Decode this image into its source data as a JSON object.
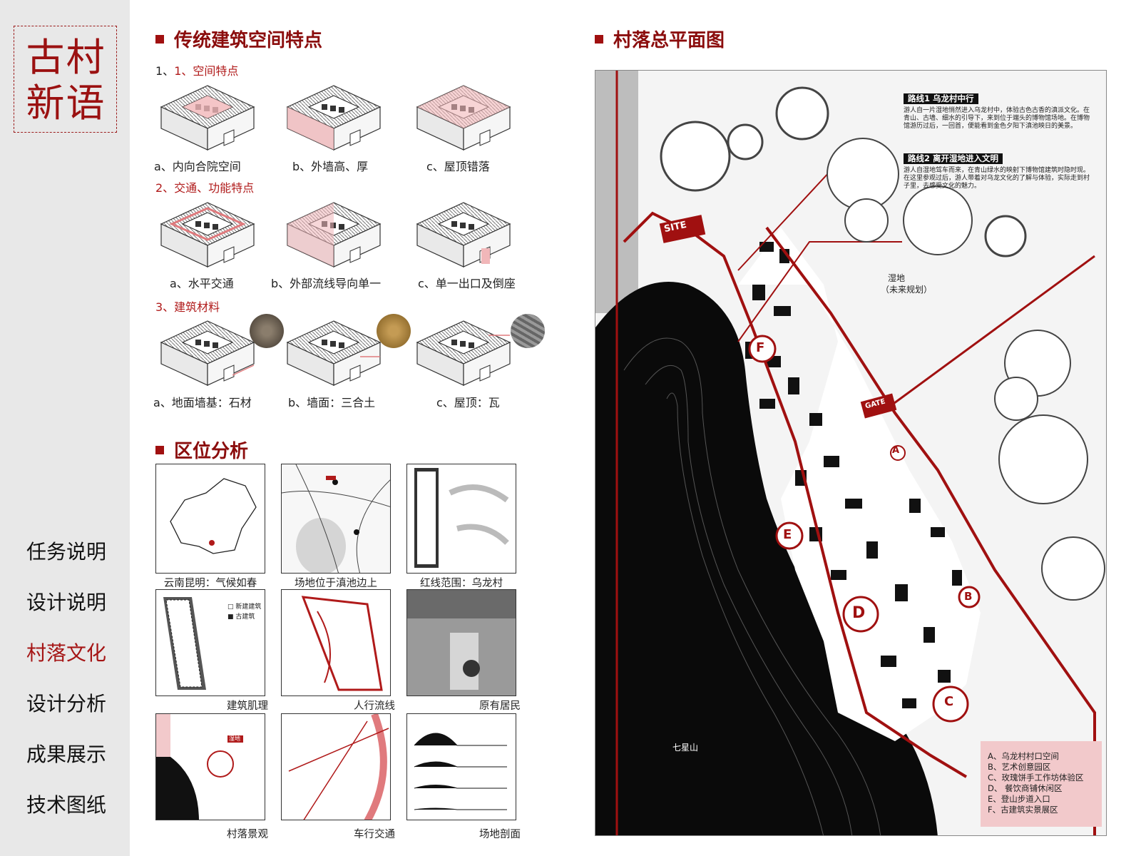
{
  "logo": {
    "line1": "古村",
    "line2": "新语"
  },
  "nav": [
    "任务说明",
    "设计说明",
    "村落文化",
    "设计分析",
    "成果展示",
    "技术图纸"
  ],
  "nav_active": "村落文化",
  "section1": {
    "title": "传统建筑空间特点",
    "sub1": "1、空间特点",
    "sub1_caps": [
      "a、内向合院空间",
      "b、外墙高、厚",
      "c、屋顶错落"
    ],
    "sub2": "2、交通、功能特点",
    "sub2_caps": [
      "a、水平交通",
      "b、外部流线导向单一",
      "c、单一出口及倒座"
    ],
    "sub3": "3、建筑材料",
    "sub3_caps": [
      "a、地面墙基：石材",
      "b、墙面：三合土",
      "c、屋顶：瓦"
    ]
  },
  "section2": {
    "title": "区位分析",
    "thumbs": [
      "云南昆明：气候如春",
      "场地位于滇池边上",
      "红线范围：乌龙村",
      "建筑肌理",
      "人行流线",
      "原有居民",
      "村落景观",
      "车行交通",
      "场地剖面"
    ],
    "thumb_legend": [
      "□ 新建建筑",
      "■ 古建筑"
    ],
    "thumb_tag": "湿地"
  },
  "section3": {
    "title": "村落总平面图",
    "route1_title": "路线1 乌龙村中行",
    "route1_text": "游人自一片湿地悄然进入乌龙村中，体验古色古香的滇派文化。在青山、古墙、细水的引导下，来到位于端头的博物馆场地。在博物馆游历过后，一回首，便能看到金色夕阳下滇池映日的美景。",
    "route2_title": "路线2 离开湿地进入文明",
    "route2_text": "游人自湿地驾车而来，在青山绿水的映射下博物馆建筑时隐时现。在这里参观过后，游人带着对乌龙文化的了解与体验，实际走到村子里，去感受文化的魅力。",
    "wetland": "湿地",
    "wetland_sub": "（未来规划）",
    "mountain": "七星山",
    "site_tag": "SITE",
    "gate_tag": "GATE",
    "markers": [
      "A",
      "B",
      "C",
      "D",
      "E",
      "F"
    ],
    "legend": [
      "A、乌龙村村口空间",
      "B、艺术创意园区",
      "C、玫瑰饼手工作坊体验区",
      "D、 餐饮商铺休闲区",
      "E、登山步道入口",
      "F、古建筑实景展区"
    ]
  }
}
